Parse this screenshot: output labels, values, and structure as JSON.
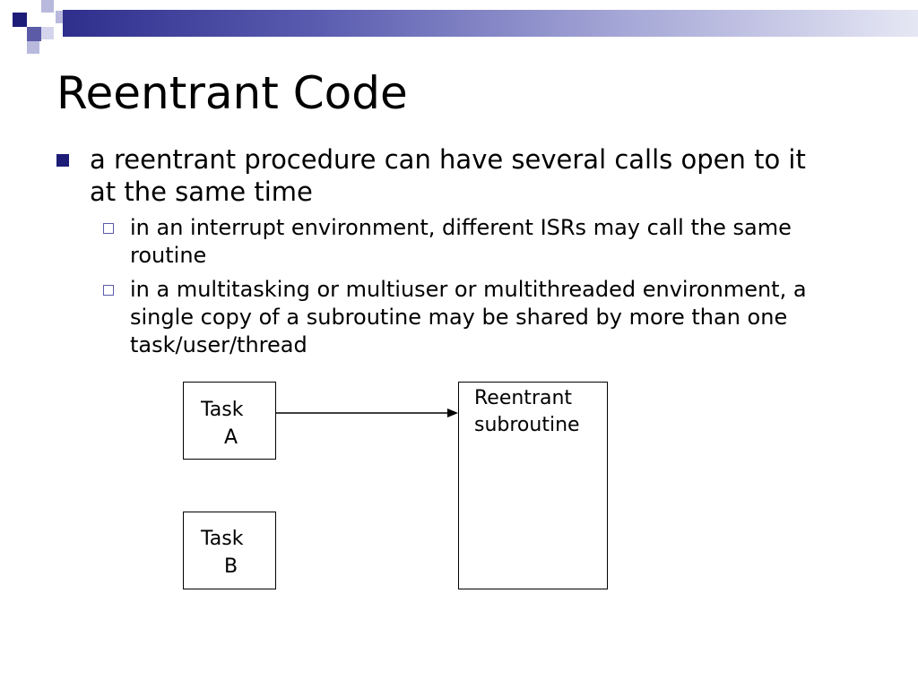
{
  "slide": {
    "title": "Reentrant Code",
    "bullets": [
      {
        "text": "a reentrant procedure can have several calls open to it at the same time",
        "sub": [
          {
            "text": "in an interrupt environment, different ISRs may call the same routine"
          },
          {
            "text": "in a multitasking or multiuser or multithreaded environment, a single copy of a subroutine may be shared by more than one task/user/thread"
          }
        ]
      }
    ]
  },
  "diagram": {
    "task_a": {
      "line1": "Task",
      "line2": "A"
    },
    "task_b": {
      "line1": "Task",
      "line2": "B"
    },
    "subroutine": {
      "line1": "Reentrant",
      "line2": "subroutine"
    }
  },
  "colors": {
    "accent_dark": "#1d1d78",
    "accent_mid": "#5b5ba8",
    "accent_light": "#b8b9dd"
  }
}
